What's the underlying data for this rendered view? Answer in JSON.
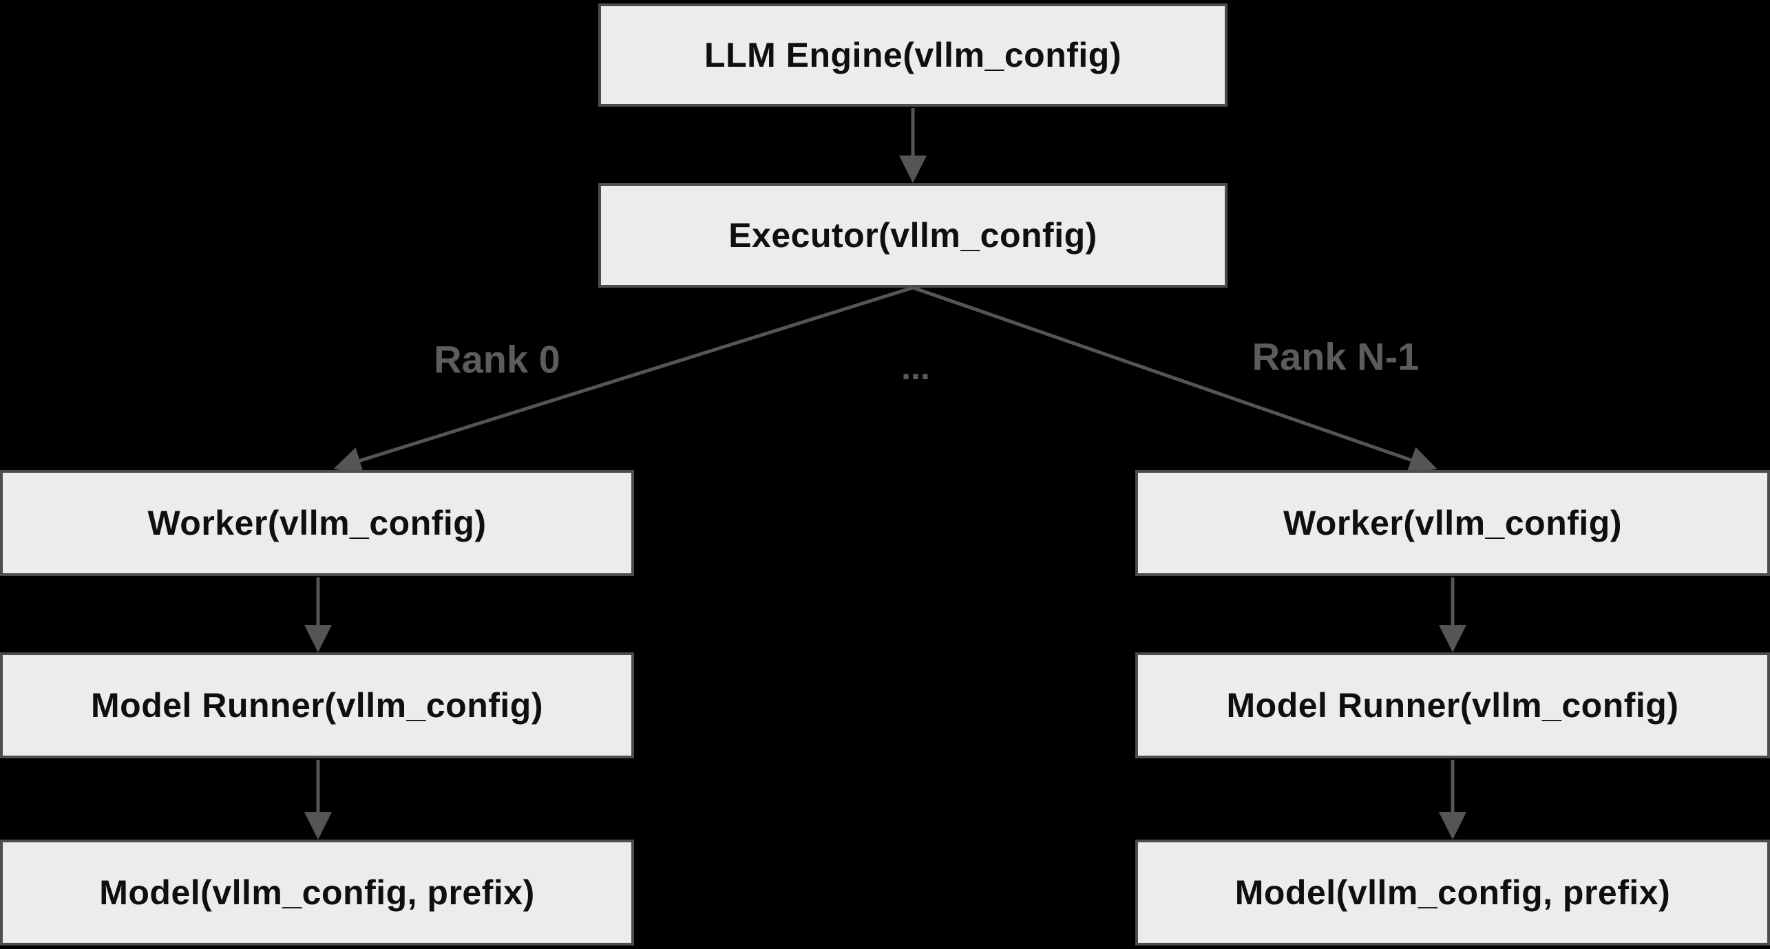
{
  "colors": {
    "background": "#000000",
    "box_fill": "#ececec",
    "box_border": "#4d4d4d",
    "arrow": "#555555",
    "node_text": "#0f0f0f",
    "edge_label_text": "#5c5c5c"
  },
  "diagram": {
    "nodes": {
      "llm_engine": {
        "label": "LLM Engine(vllm_config)"
      },
      "executor": {
        "label": "Executor(vllm_config)"
      },
      "worker_left": {
        "label": "Worker(vllm_config)"
      },
      "worker_right": {
        "label": "Worker(vllm_config)"
      },
      "model_runner_left": {
        "label": "Model Runner(vllm_config)"
      },
      "model_runner_right": {
        "label": "Model Runner(vllm_config)"
      },
      "model_left": {
        "label": "Model(vllm_config, prefix)"
      },
      "model_right": {
        "label": "Model(vllm_config, prefix)"
      }
    },
    "edge_labels": {
      "rank_0": "Rank 0",
      "ellipsis": "...",
      "rank_n_minus_1": "Rank N-1"
    }
  }
}
